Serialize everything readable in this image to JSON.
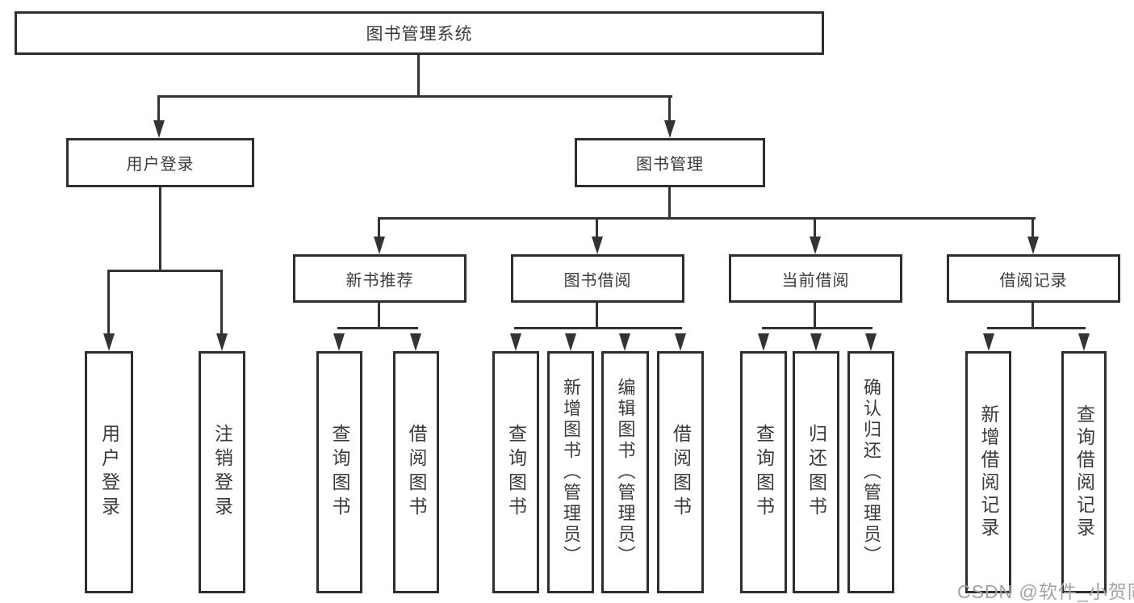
{
  "colors": {
    "line": "#333333",
    "border": "#2e2e2e",
    "text": "#3a3a3a",
    "watermark": "#a3a3a3",
    "background": "#ffffff"
  },
  "watermark": "CSDN @软件_小贺同学",
  "tree": {
    "root": "图书管理系统",
    "login": {
      "label": "用户登录",
      "children": [
        "用户登录",
        "注销登录"
      ]
    },
    "manage": {
      "label": "图书管理",
      "groups": [
        {
          "label": "新书推荐",
          "children": [
            "查询图书",
            "借阅图书"
          ]
        },
        {
          "label": "图书借阅",
          "children": [
            "查询图书",
            "新增图书（管理员）",
            "编辑图书（管理员）",
            "借阅图书"
          ]
        },
        {
          "label": "当前借阅",
          "children": [
            "查询图书",
            "归还图书",
            "确认归还（管理员）"
          ]
        },
        {
          "label": "借阅记录",
          "children": [
            "新增借阅记录",
            "查询借阅记录"
          ]
        }
      ]
    }
  }
}
